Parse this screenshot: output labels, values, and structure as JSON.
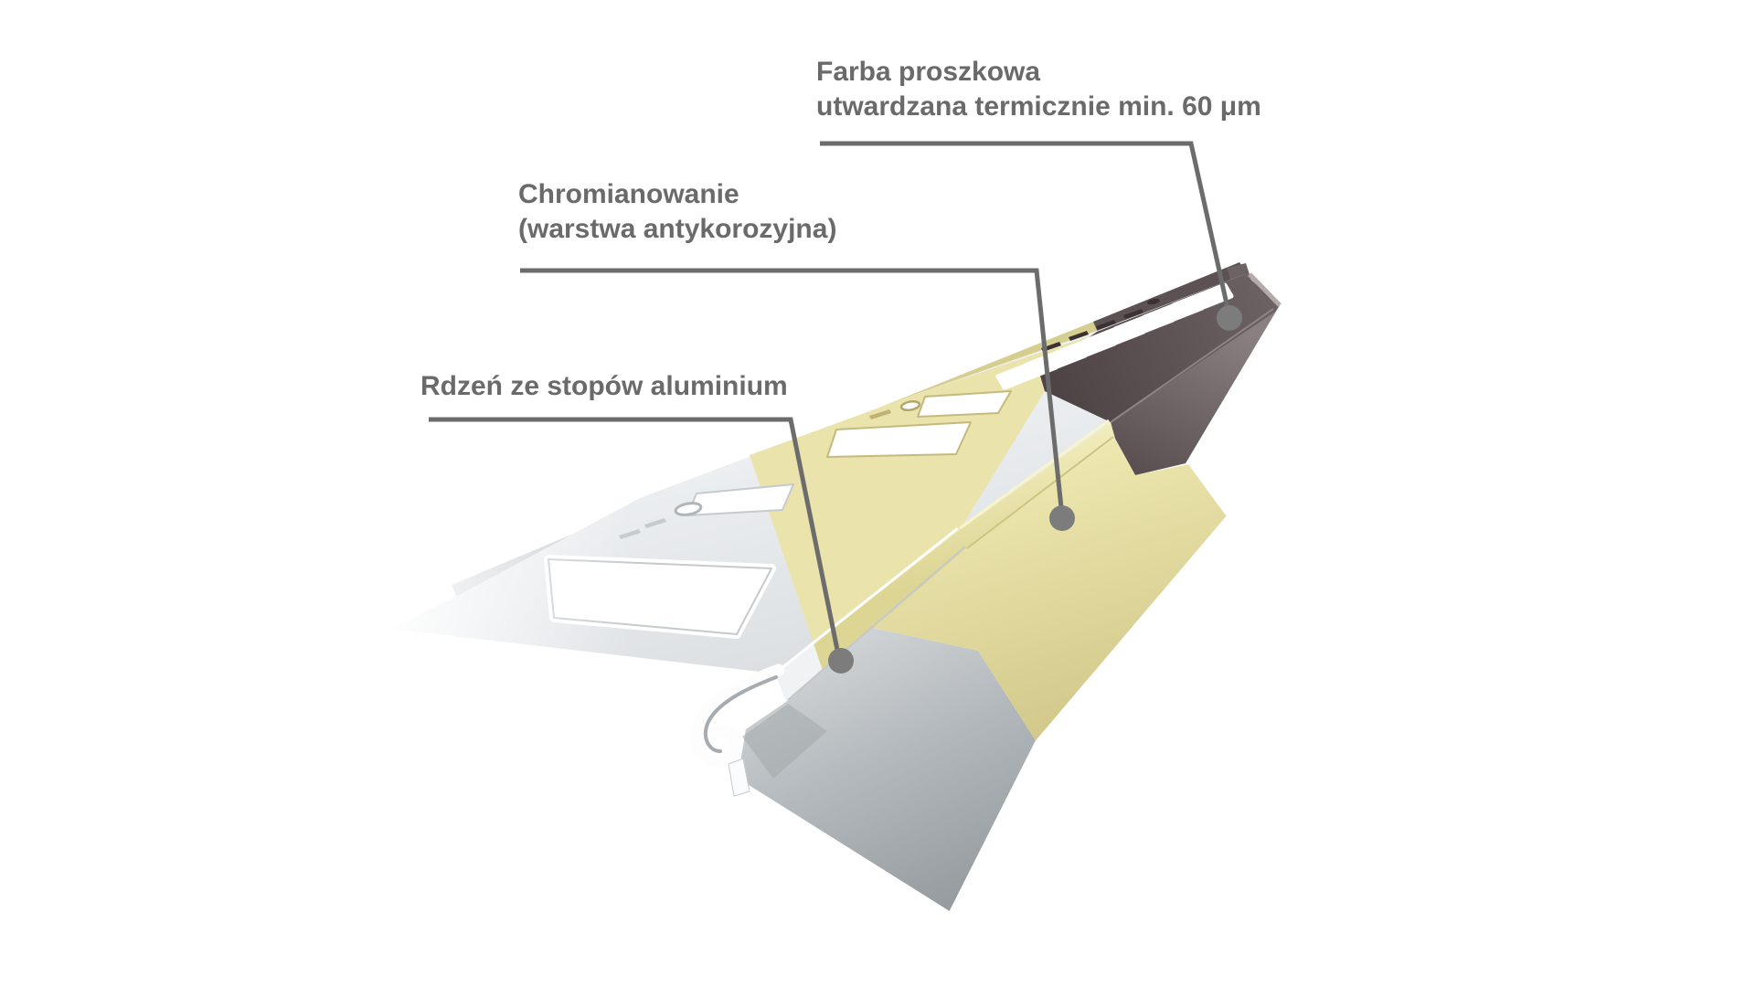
{
  "diagram": {
    "subject": "aluminum-balcony-drip-profile-3d-cutaway",
    "callouts": [
      {
        "id": "powder-paint",
        "line1": "Farba proszkowa",
        "line2": "utwardzana termicznie min. 60 μm",
        "target_layer": "powder-coating-surface"
      },
      {
        "id": "chromate",
        "line1": "Chromianowanie",
        "line2": "(warstwa antykorozyjna)",
        "target_layer": "chromate-layer-surface"
      },
      {
        "id": "aluminum-core",
        "line1": "Rdzeń ze stopów aluminium",
        "line2": "",
        "target_layer": "aluminum-core-surface"
      }
    ],
    "colors": {
      "background": "#ffffff",
      "label_text": "#6a6a6a",
      "callout_line": "#6c6c6c",
      "callout_dot": "#7c7c7c",
      "powder_coating_dark": "#564b4c",
      "powder_coating_face": "#6e6364",
      "chromate_yellow": "#eae4ac",
      "chromate_apron": "#e0d99e",
      "aluminum_silver": "#e9ebed",
      "aluminum_apron": "#c7cbce"
    }
  }
}
